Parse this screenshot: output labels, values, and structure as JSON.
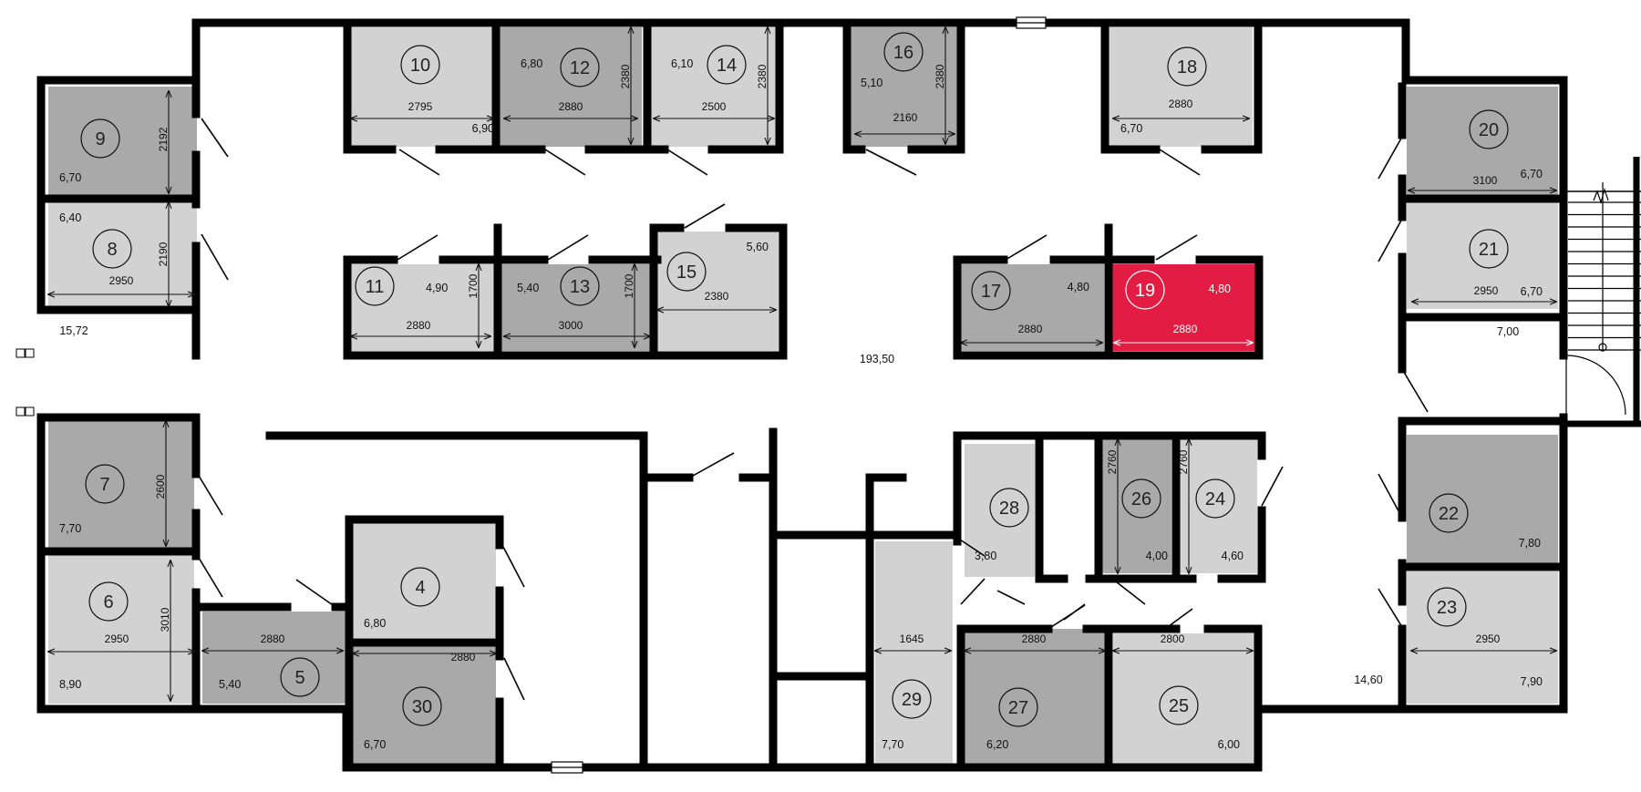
{
  "colors": {
    "light": "#d2d2d2",
    "dark": "#a9a9a9",
    "selected": "#e31c44",
    "wall": "#000000"
  },
  "halls": [
    {
      "id": "corridor-main",
      "area": "193,50"
    },
    {
      "id": "corridor-west",
      "area": "15,72"
    },
    {
      "id": "corridor-east",
      "area": "7,00"
    },
    {
      "id": "corridor-southeast",
      "area": "14,60"
    }
  ],
  "rooms": [
    {
      "n": "10",
      "area": "6,90",
      "dims": [
        "2795"
      ]
    },
    {
      "n": "12",
      "area": "6,80",
      "dims": [
        "2880",
        "2380"
      ]
    },
    {
      "n": "14",
      "area": "6,10",
      "dims": [
        "2500",
        "2380"
      ]
    },
    {
      "n": "16",
      "area": "5,10",
      "dims": [
        "2160",
        "2380"
      ]
    },
    {
      "n": "18",
      "area": "6,70",
      "dims": [
        "2880"
      ]
    },
    {
      "n": "9",
      "area": "6,70",
      "dims": [
        "2192"
      ]
    },
    {
      "n": "8",
      "area": "6,40",
      "dims": [
        "2950",
        "2190"
      ]
    },
    {
      "n": "20",
      "area": "6,70",
      "dims": [
        "3100"
      ]
    },
    {
      "n": "21",
      "area": "6,70",
      "dims": [
        "2950"
      ]
    },
    {
      "n": "11",
      "area": "4,90",
      "dims": [
        "2880",
        "1700"
      ]
    },
    {
      "n": "13",
      "area": "5,40",
      "dims": [
        "3000",
        "1700"
      ]
    },
    {
      "n": "15",
      "area": "5,60",
      "dims": [
        "2380"
      ]
    },
    {
      "n": "17",
      "area": "4,80",
      "dims": [
        "2880"
      ]
    },
    {
      "n": "19",
      "area": "4,80",
      "dims": [
        "2880"
      ],
      "selected": true
    },
    {
      "n": "7",
      "area": "7,70",
      "dims": [
        "2600"
      ]
    },
    {
      "n": "6",
      "area": "8,90",
      "dims": [
        "2950",
        "3010"
      ]
    },
    {
      "n": "5",
      "area": "5,40",
      "dims": [
        "2880"
      ]
    },
    {
      "n": "4",
      "area": "6,80",
      "dims": []
    },
    {
      "n": "30",
      "area": "6,70",
      "dims": [
        "2880"
      ]
    },
    {
      "n": "28",
      "area": "3,80",
      "dims": []
    },
    {
      "n": "26",
      "area": "4,00",
      "dims": [
        "2760"
      ]
    },
    {
      "n": "24",
      "area": "4,60",
      "dims": [
        "2760"
      ]
    },
    {
      "n": "29",
      "area": "7,70",
      "dims": [
        "1645"
      ]
    },
    {
      "n": "27",
      "area": "6,20",
      "dims": [
        "2880"
      ]
    },
    {
      "n": "25",
      "area": "6,00",
      "dims": [
        "2800"
      ]
    },
    {
      "n": "22",
      "area": "7,80",
      "dims": []
    },
    {
      "n": "23",
      "area": "7,90",
      "dims": [
        "2950"
      ]
    }
  ]
}
